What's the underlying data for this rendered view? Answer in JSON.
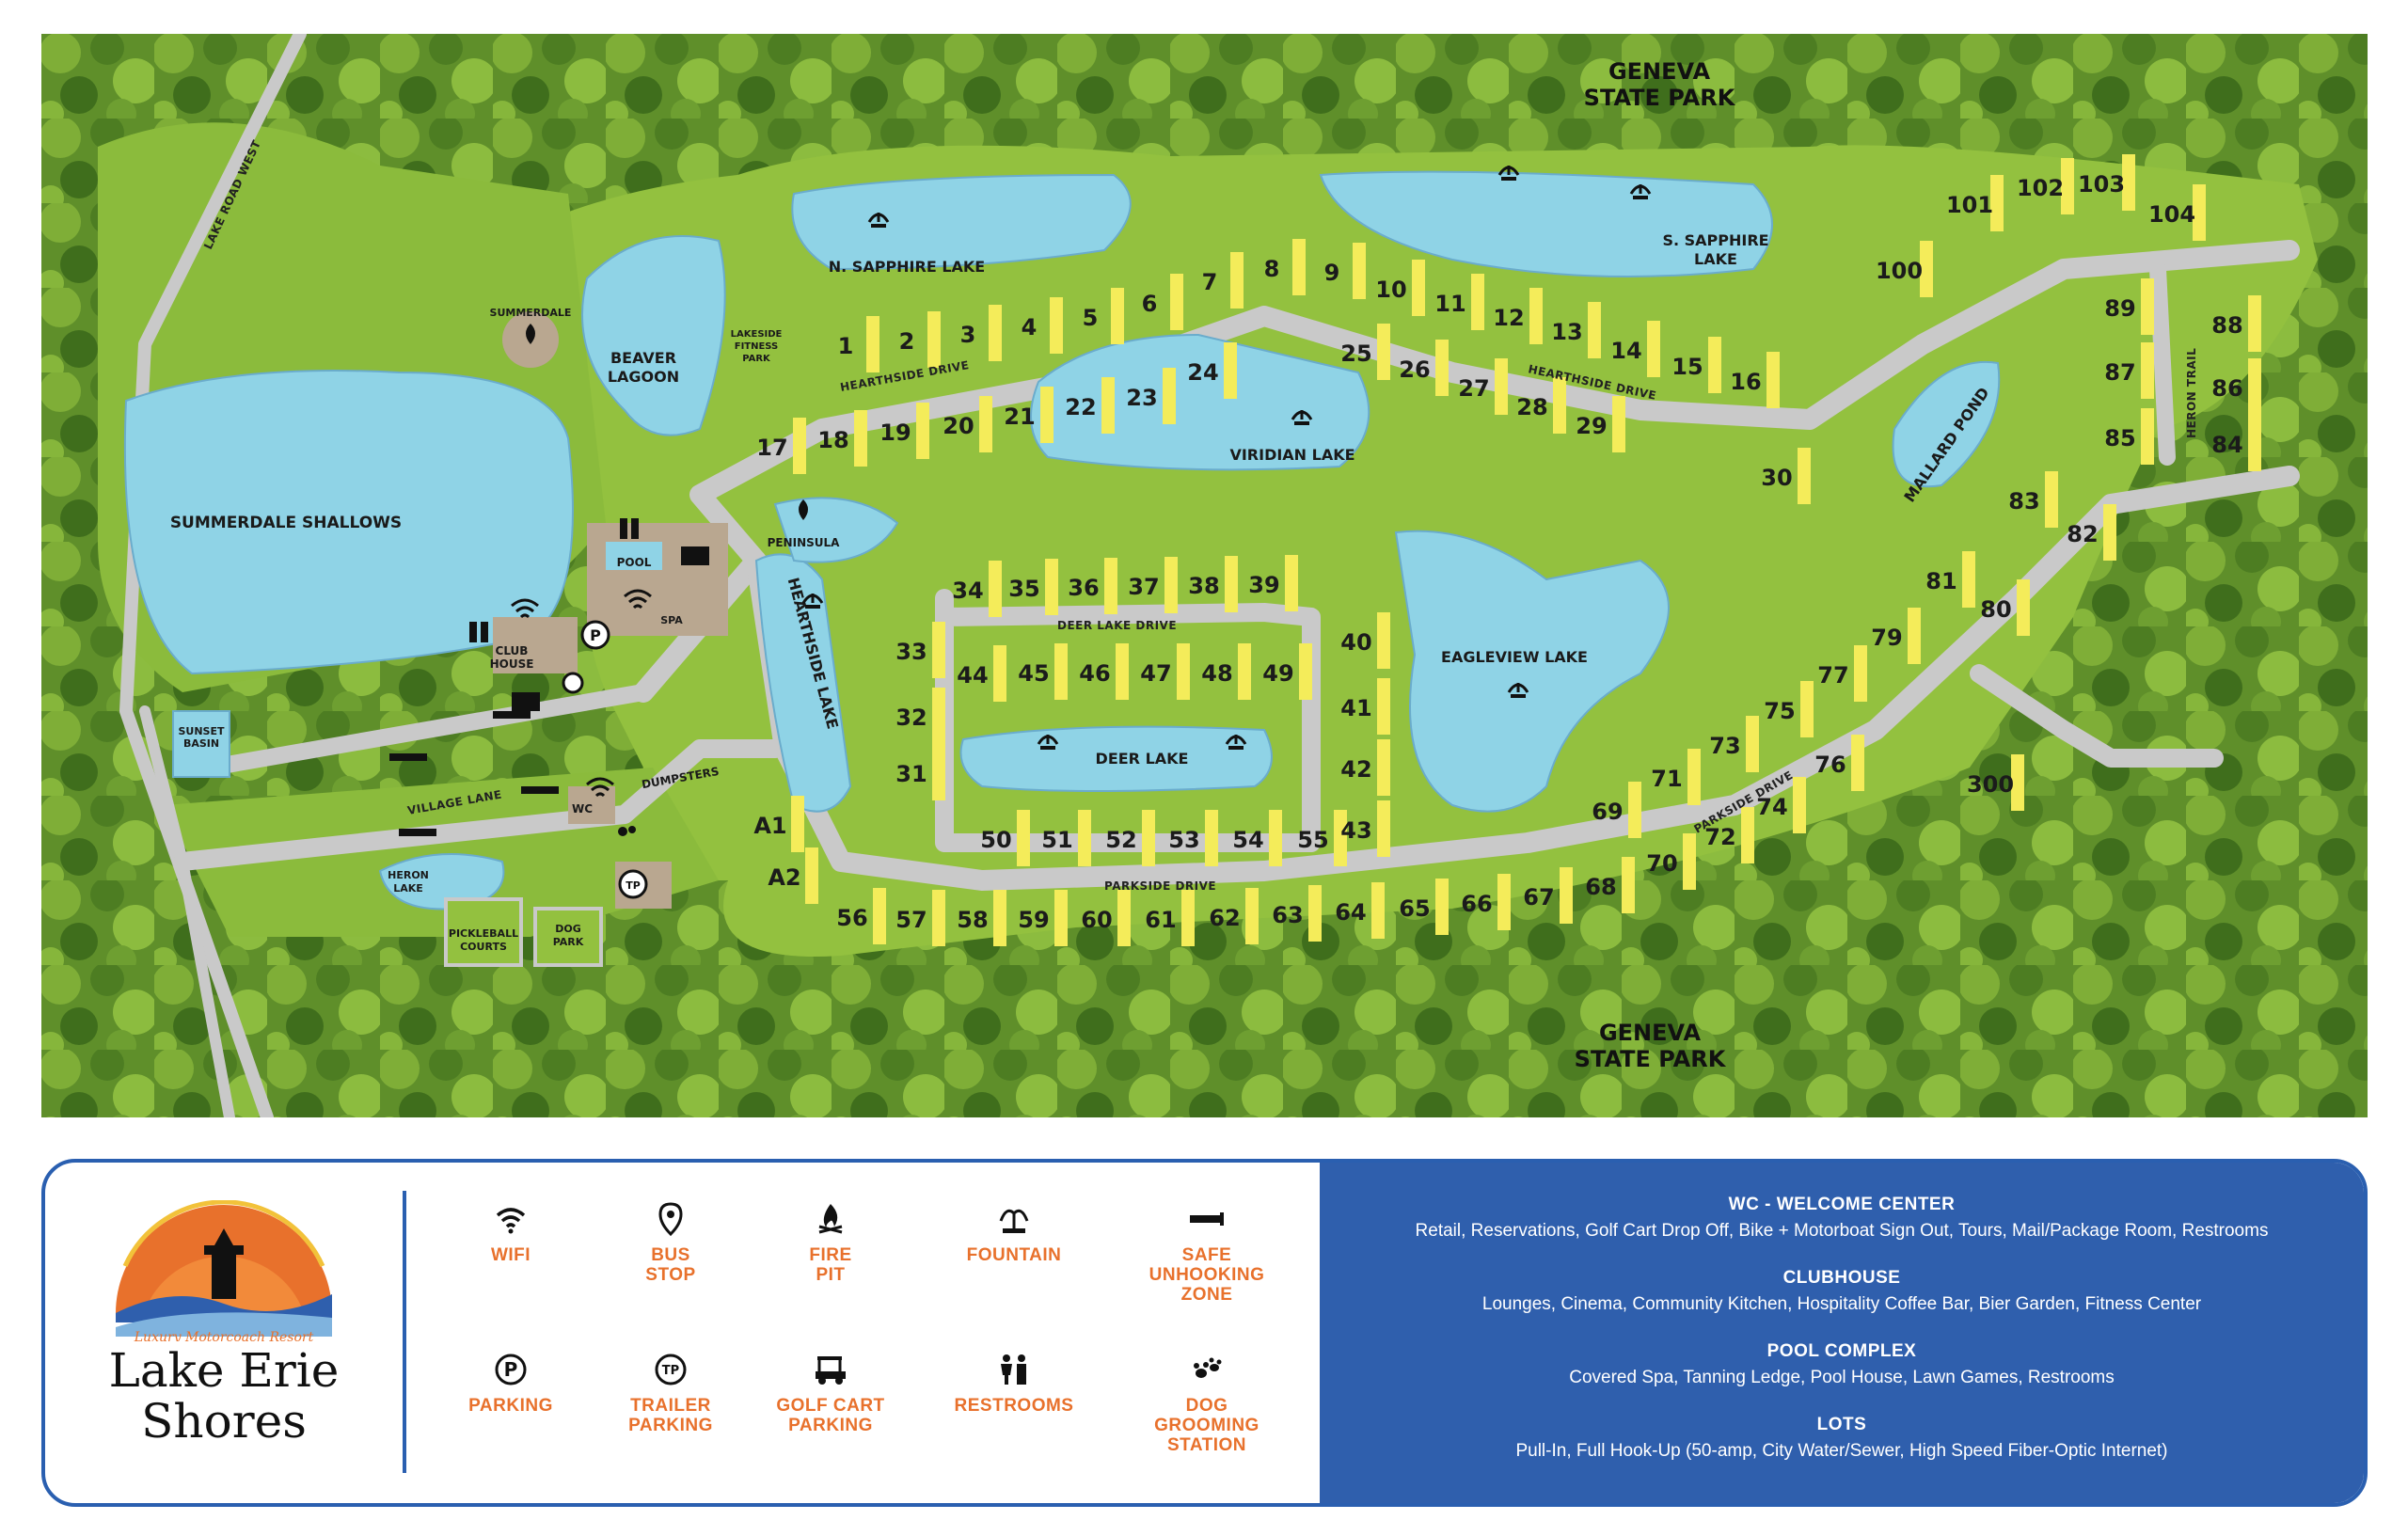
{
  "map": {
    "park_north": [
      "GENEVA",
      "STATE PARK"
    ],
    "park_south": [
      "GENEVA",
      "STATE PARK"
    ],
    "road_west": "LAKE ROAD WEST",
    "lakes": {
      "summerdale_shallows": "SUMMERDALE SHALLOWS",
      "beaver_lagoon": [
        "BEAVER",
        "LAGOON"
      ],
      "n_sapphire": "N. SAPPHIRE LAKE",
      "s_sapphire": [
        "S. SAPPHIRE",
        "LAKE"
      ],
      "viridian": "VIRIDIAN LAKE",
      "mallard": "MALLARD POND",
      "hearthside": "HEARTHSIDE LAKE",
      "eagleview": "EAGLEVIEW LAKE",
      "deer": "DEER LAKE",
      "heron": [
        "HERON",
        "LAKE"
      ],
      "sunset_basin": [
        "SUNSET",
        "BASIN"
      ]
    },
    "places": {
      "summerdale": "SUMMERDALE",
      "peninsula": "PENINSULA",
      "fitness_park": [
        "LAKESIDE",
        "FITNESS",
        "PARK"
      ],
      "club_house": [
        "CLUB",
        "HOUSE"
      ],
      "pool": "POOL",
      "spa": "SPA",
      "wc": "WC",
      "dumpsters": "DUMPSTERS",
      "pickleball": [
        "PICKLEBALL",
        "COURTS"
      ],
      "dog_park": [
        "DOG",
        "PARK"
      ]
    },
    "roads": {
      "hearthside_1": "HEARTHSIDE DRIVE",
      "hearthside_2": "HEARTHSIDE DRIVE",
      "deer_lake_drive": "DEER LAKE DRIVE",
      "parkside_1": "PARKSIDE DRIVE",
      "parkside_2": "PARKSIDE DRIVE",
      "heron_trail": "HERON TRAIL",
      "village_lane": "VILLAGE LANE"
    },
    "lots": [
      {
        "n": "1"
      },
      {
        "n": "2"
      },
      {
        "n": "3"
      },
      {
        "n": "4"
      },
      {
        "n": "5"
      },
      {
        "n": "6"
      },
      {
        "n": "7"
      },
      {
        "n": "8"
      },
      {
        "n": "9"
      },
      {
        "n": "10"
      },
      {
        "n": "11"
      },
      {
        "n": "12"
      },
      {
        "n": "13"
      },
      {
        "n": "14"
      },
      {
        "n": "15"
      },
      {
        "n": "16"
      },
      {
        "n": "17"
      },
      {
        "n": "18"
      },
      {
        "n": "19"
      },
      {
        "n": "20"
      },
      {
        "n": "21"
      },
      {
        "n": "22"
      },
      {
        "n": "23"
      },
      {
        "n": "24"
      },
      {
        "n": "25"
      },
      {
        "n": "26"
      },
      {
        "n": "27"
      },
      {
        "n": "28"
      },
      {
        "n": "29"
      },
      {
        "n": "30"
      },
      {
        "n": "31"
      },
      {
        "n": "32"
      },
      {
        "n": "33"
      },
      {
        "n": "34"
      },
      {
        "n": "35"
      },
      {
        "n": "36"
      },
      {
        "n": "37"
      },
      {
        "n": "38"
      },
      {
        "n": "39"
      },
      {
        "n": "40"
      },
      {
        "n": "41"
      },
      {
        "n": "42"
      },
      {
        "n": "43"
      },
      {
        "n": "44"
      },
      {
        "n": "45"
      },
      {
        "n": "46"
      },
      {
        "n": "47"
      },
      {
        "n": "48"
      },
      {
        "n": "49"
      },
      {
        "n": "50"
      },
      {
        "n": "51"
      },
      {
        "n": "52"
      },
      {
        "n": "53"
      },
      {
        "n": "54"
      },
      {
        "n": "55"
      },
      {
        "n": "56"
      },
      {
        "n": "57"
      },
      {
        "n": "58"
      },
      {
        "n": "59"
      },
      {
        "n": "60"
      },
      {
        "n": "61"
      },
      {
        "n": "62"
      },
      {
        "n": "63"
      },
      {
        "n": "64"
      },
      {
        "n": "65"
      },
      {
        "n": "66"
      },
      {
        "n": "67"
      },
      {
        "n": "68"
      },
      {
        "n": "69"
      },
      {
        "n": "70"
      },
      {
        "n": "71"
      },
      {
        "n": "72"
      },
      {
        "n": "73"
      },
      {
        "n": "74"
      },
      {
        "n": "75"
      },
      {
        "n": "76"
      },
      {
        "n": "77"
      },
      {
        "n": "79"
      },
      {
        "n": "80"
      },
      {
        "n": "81"
      },
      {
        "n": "82"
      },
      {
        "n": "83"
      },
      {
        "n": "84"
      },
      {
        "n": "85"
      },
      {
        "n": "86"
      },
      {
        "n": "87"
      },
      {
        "n": "88"
      },
      {
        "n": "89"
      },
      {
        "n": "100"
      },
      {
        "n": "101"
      },
      {
        "n": "102"
      },
      {
        "n": "103"
      },
      {
        "n": "104"
      },
      {
        "n": "300"
      },
      {
        "n": "A1"
      },
      {
        "n": "A2"
      }
    ]
  },
  "legend": {
    "brand": {
      "tagline": "Luxury Motorcoach Resort",
      "name_line1": "Lake Erie",
      "name_line2": "Shores"
    },
    "items": [
      {
        "key": "wifi",
        "label": "WIFI",
        "icon": "wifi-icon"
      },
      {
        "key": "bus_stop",
        "label": "BUS\nSTOP",
        "icon": "bus-stop-icon"
      },
      {
        "key": "fire_pit",
        "label": "FIRE\nPIT",
        "icon": "fire-pit-icon"
      },
      {
        "key": "fountain",
        "label": "FOUNTAIN",
        "icon": "fountain-icon"
      },
      {
        "key": "unhooking",
        "label": "SAFE\nUNHOOKING\nZONE",
        "icon": "unhooking-zone-icon"
      },
      {
        "key": "parking",
        "label": "PARKING",
        "icon": "parking-icon"
      },
      {
        "key": "trailer_parking",
        "label": "TRAILER\nPARKING",
        "icon": "trailer-parking-icon"
      },
      {
        "key": "golf_cart",
        "label": "GOLF CART\nPARKING",
        "icon": "golf-cart-icon"
      },
      {
        "key": "restrooms",
        "label": "RESTROOMS",
        "icon": "restrooms-icon"
      },
      {
        "key": "dog_grooming",
        "label": "DOG\nGROOMING\nSTATION",
        "icon": "paw-icon"
      }
    ],
    "info": [
      {
        "title": "WC - WELCOME CENTER",
        "text": "Retail, Reservations, Golf Cart Drop Off, Bike + Motorboat Sign Out, Tours, Mail/Package Room, Restrooms"
      },
      {
        "title": "CLUBHOUSE",
        "text": "Lounges, Cinema, Community Kitchen, Hospitality Coffee Bar, Bier Garden, Fitness Center"
      },
      {
        "title": "POOL COMPLEX",
        "text": "Covered Spa, Tanning Ledge, Pool House, Lawn Games, Restrooms"
      },
      {
        "title": "LOTS",
        "text": "Pull-In, Full Hook-Up (50-amp, City Water/Sewer, High Speed Fiber-Optic Internet)"
      }
    ],
    "colors": {
      "accent": "#e8712c",
      "blue": "#2f5fad",
      "lot_yellow": "#f4ec5a",
      "grass": "#93c13f",
      "water": "#8fd3e6"
    }
  }
}
